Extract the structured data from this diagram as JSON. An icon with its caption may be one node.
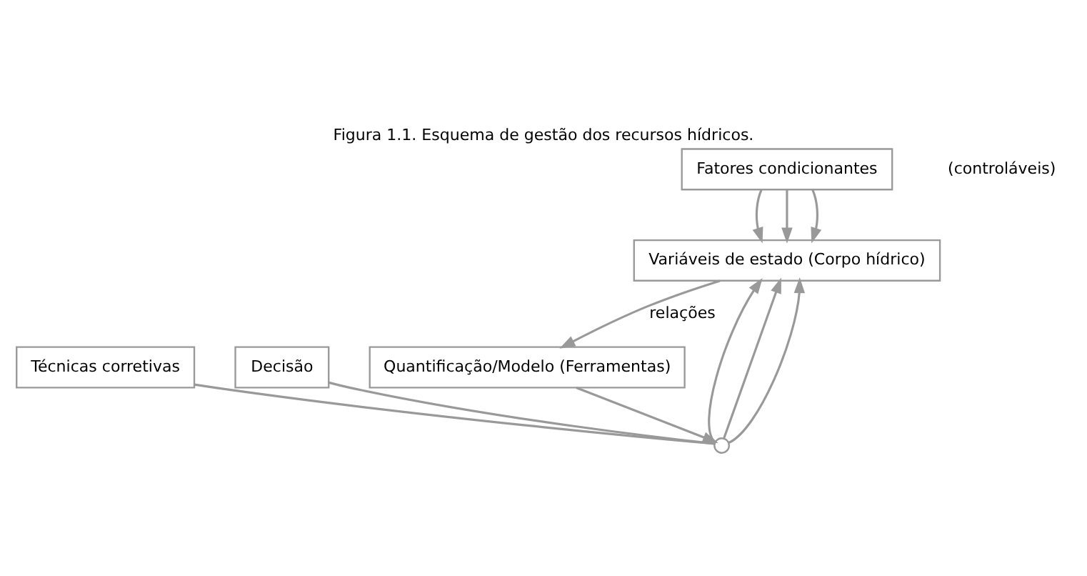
{
  "diagram": {
    "title": "Figura 1.1. Esquema de gestão dos recursos hídricos.",
    "nodes": [
      {
        "text": [
          "Variáveis de estado (Corpo hídrico)"
        ]
      },
      {
        "text": [
          "Quantificação/Modelo (Ferramentas)"
        ]
      },
      {
        "text": [
          "Fatores condicionantes"
        ]
      },
      {
        "text": [
          "Técnicas corretivas"
        ]
      },
      {
        "text": [
          "Decisão"
        ]
      },
      {
        "text": [],
        "shape": "circle"
      }
    ],
    "edges": [
      {
        "from": 2,
        "to": 0,
        "arrow": "to"
      },
      {
        "from": 2,
        "to": 0,
        "arrow": "to"
      },
      {
        "from": 2,
        "to": 0,
        "arrow": "to"
      },
      {
        "from": 5,
        "to": 0,
        "arrow": "to"
      },
      {
        "from": 5,
        "to": 0,
        "arrow": "to"
      },
      {
        "from": 5,
        "to": 0,
        "arrow": "to"
      },
      {
        "from": 0,
        "to": 1,
        "arrow": "to",
        "label": "relações"
      },
      {
        "from": 1,
        "to": 5,
        "arrow": "to"
      },
      {
        "from": 3,
        "to": 5,
        "arrow": "none"
      },
      {
        "from": 4,
        "to": 5,
        "arrow": "none"
      }
    ],
    "labels": [
      "(controláveis)"
    ]
  }
}
